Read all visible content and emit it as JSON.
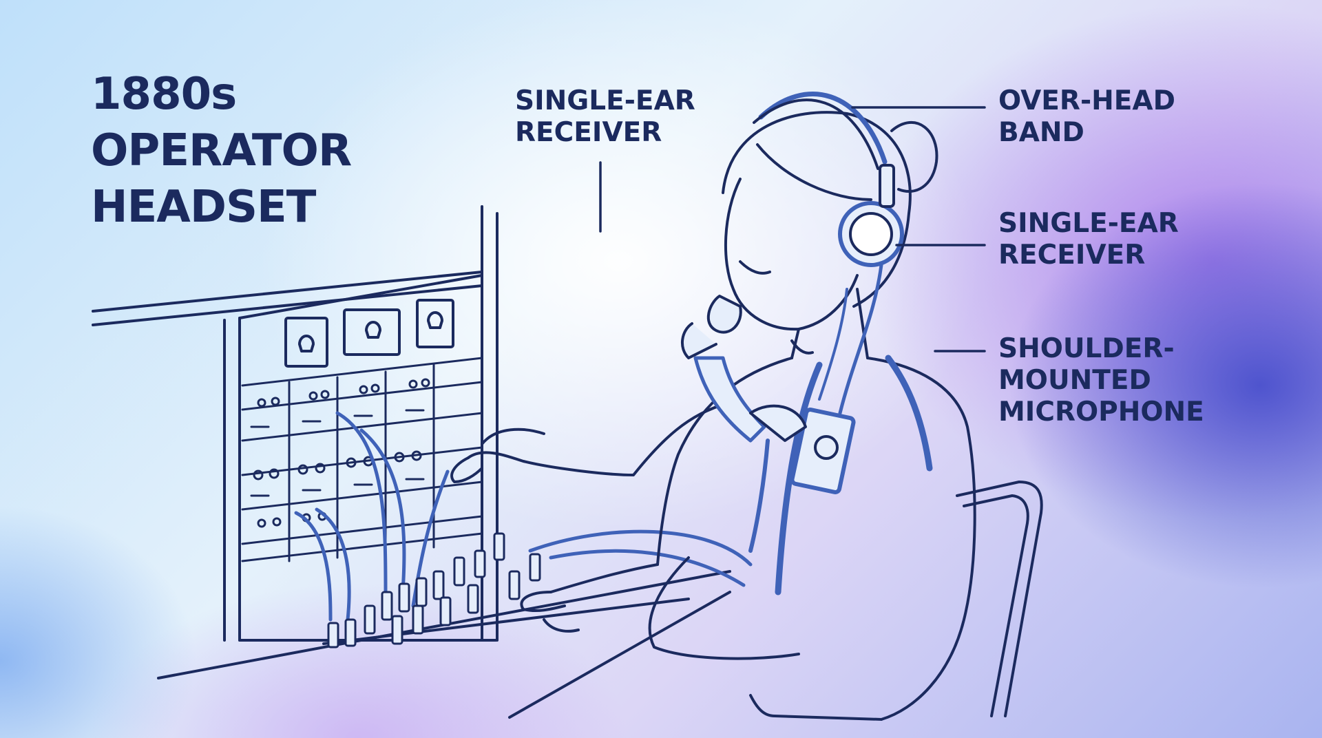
{
  "title": {
    "line1": "1880s",
    "line2": "OPERATOR",
    "line3": "HEADSET"
  },
  "labels": {
    "receiver_top": {
      "line1": "SINGLE-EAR",
      "line2": "RECEIVER"
    },
    "band": {
      "line1": "OVER-HEAD",
      "line2": "BAND"
    },
    "receiver_right": {
      "line1": "SINGLE-EAR",
      "line2": "RECEIVER"
    },
    "mic": {
      "line1": "SHOULDER-",
      "line2": "MOUNTED",
      "line3": "MICROPHONE"
    }
  },
  "colors": {
    "ink": "#1b2a5e",
    "accent": "#3f62b8",
    "fill_light": "#e6eefb"
  }
}
